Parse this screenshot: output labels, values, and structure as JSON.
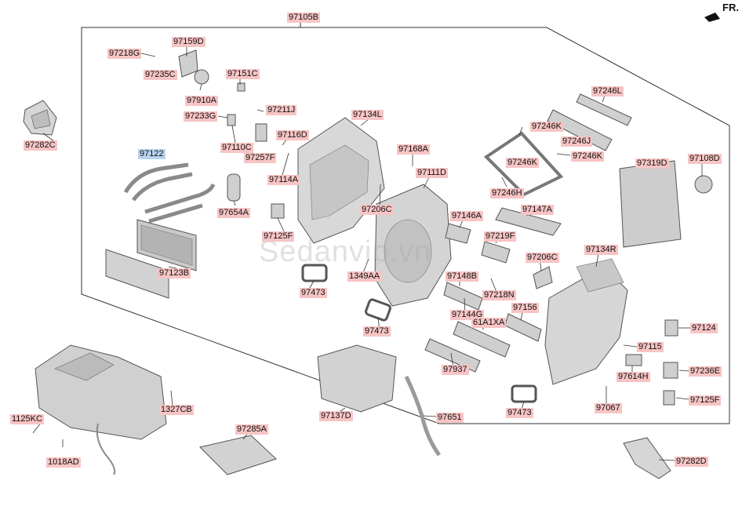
{
  "orientation": "FR.",
  "watermark": "Sedanvip.vn",
  "assembly_label": "97105B",
  "parts": [
    {
      "code": "97218G"
    },
    {
      "code": "97159D"
    },
    {
      "code": "97235C"
    },
    {
      "code": "97151C"
    },
    {
      "code": "97910A"
    },
    {
      "code": "97211J"
    },
    {
      "code": "97233G"
    },
    {
      "code": "97134L"
    },
    {
      "code": "97246L"
    },
    {
      "code": "97282C"
    },
    {
      "code": "97110C"
    },
    {
      "code": "97116D"
    },
    {
      "code": "97246K"
    },
    {
      "code": "97246J"
    },
    {
      "code": "97168A"
    },
    {
      "code": "97122",
      "selected": true
    },
    {
      "code": "97257F"
    },
    {
      "code": "97246K"
    },
    {
      "code": "97246K"
    },
    {
      "code": "97319D"
    },
    {
      "code": "97108D"
    },
    {
      "code": "97114A"
    },
    {
      "code": "97111D"
    },
    {
      "code": "97246H"
    },
    {
      "code": "97206C"
    },
    {
      "code": "97654A"
    },
    {
      "code": "97146A"
    },
    {
      "code": "97147A"
    },
    {
      "code": "97125F"
    },
    {
      "code": "97219F"
    },
    {
      "code": "97134R"
    },
    {
      "code": "97206C"
    },
    {
      "code": "97123B"
    },
    {
      "code": "1349AA"
    },
    {
      "code": "97148B"
    },
    {
      "code": "97473"
    },
    {
      "code": "97218N"
    },
    {
      "code": "97156"
    },
    {
      "code": "97144G"
    },
    {
      "code": "97473"
    },
    {
      "code": "61A1XA"
    },
    {
      "code": "97124"
    },
    {
      "code": "97115"
    },
    {
      "code": "97937"
    },
    {
      "code": "97614H"
    },
    {
      "code": "97236E"
    },
    {
      "code": "1327CB"
    },
    {
      "code": "97137D"
    },
    {
      "code": "97651"
    },
    {
      "code": "97473"
    },
    {
      "code": "97067"
    },
    {
      "code": "97125F"
    },
    {
      "code": "1125KC"
    },
    {
      "code": "97285A"
    },
    {
      "code": "1018AD"
    },
    {
      "code": "97282D"
    }
  ],
  "colors": {
    "label_bg": "#f7c4c4",
    "selected_bg": "#b9d3f0",
    "line": "#333333",
    "part_fill": "#d8d8d8",
    "part_stroke": "#555555"
  }
}
